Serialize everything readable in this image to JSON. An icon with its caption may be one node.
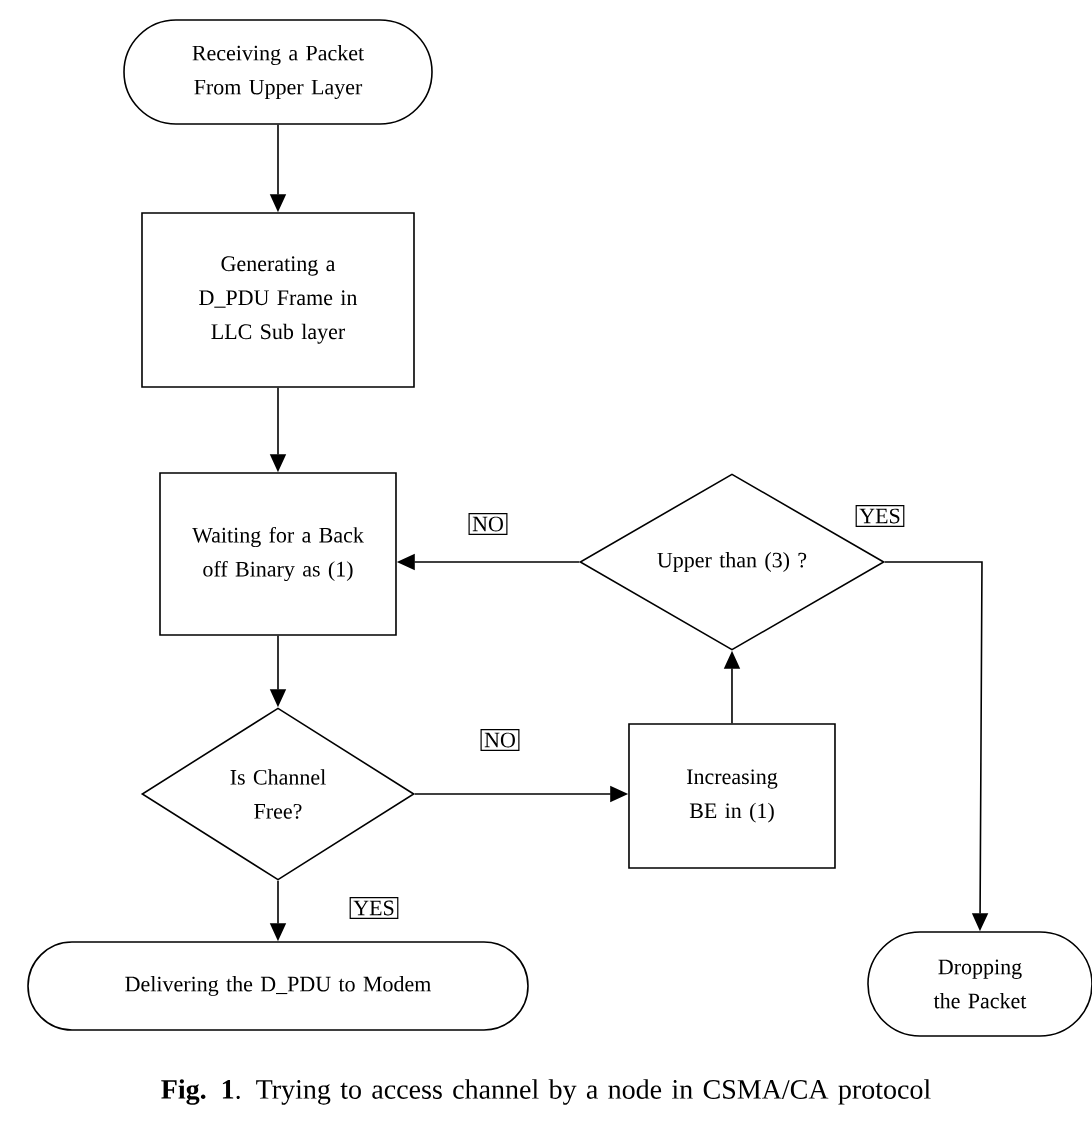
{
  "diagram": {
    "caption": "**Fig. 1**. Trying to access channel by a node in CSMA/CA protocol",
    "nodes": [
      {
        "text": [
          "Receiving a Packet From Upper Layer"
        ]
      },
      {
        "text": [
          "Generating a D_PDU Frame in LLC Sub layer"
        ]
      },
      {
        "text": [
          "Waiting for a Back off Binary as (1)"
        ]
      },
      {
        "text": [
          "Upper than (3) ?"
        ]
      },
      {
        "text": [
          "Is Channel Free?"
        ]
      },
      {
        "text": [
          "Increasing BE in (1)"
        ]
      },
      {
        "text": [
          "Delivering the D_PDU to Modem"
        ]
      },
      {
        "text": [
          "Dropping the Packet"
        ]
      }
    ],
    "edges": [
      {
        "from": 0,
        "to": 1,
        "arrow": "to"
      },
      {
        "from": 1,
        "to": 2,
        "arrow": "to"
      },
      {
        "from": 3,
        "to": 2,
        "arrow": "to",
        "label": "NO"
      },
      {
        "from": 3,
        "to": 7,
        "arrow": "to",
        "label": "YES"
      },
      {
        "from": 2,
        "to": 4,
        "arrow": "to"
      },
      {
        "from": 4,
        "to": 5,
        "arrow": "to",
        "label": "NO"
      },
      {
        "from": 5,
        "to": 3,
        "arrow": "to"
      },
      {
        "from": 4,
        "to": 6,
        "arrow": "to",
        "label": "YES"
      }
    ]
  }
}
